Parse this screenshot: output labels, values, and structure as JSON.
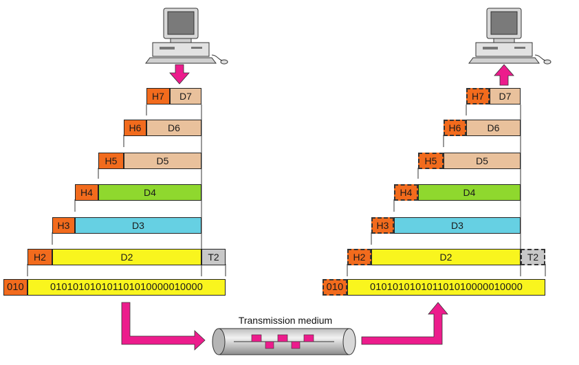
{
  "colors": {
    "header": "#f26b1d",
    "data_upper": "#e9c19c",
    "data_d4": "#8fd82e",
    "data_d3": "#66d0e3",
    "data_d2": "#f9f51e",
    "trailer": "#c8c8c8",
    "bits": "#f9f51e",
    "arrow": "#ec1c8c"
  },
  "icons": {
    "sender": "desktop-computer-icon",
    "receiver": "desktop-computer-icon",
    "medium": "cable-pipe-icon"
  },
  "sender": {
    "layers": [
      {
        "header": "H7",
        "data": "D7"
      },
      {
        "header": "H6",
        "data": "D6"
      },
      {
        "header": "H5",
        "data": "D5"
      },
      {
        "header": "H4",
        "data": "D4"
      },
      {
        "header": "H3",
        "data": "D3"
      },
      {
        "header": "H2",
        "data": "D2",
        "trailer": "T2"
      }
    ],
    "bits_prefix": "010",
    "bits": "010101010101101010000010000"
  },
  "receiver": {
    "layers": [
      {
        "header": "H7",
        "data": "D7"
      },
      {
        "header": "H6",
        "data": "D6"
      },
      {
        "header": "H5",
        "data": "D5"
      },
      {
        "header": "H4",
        "data": "D4"
      },
      {
        "header": "H3",
        "data": "D3"
      },
      {
        "header": "H2",
        "data": "D2",
        "trailer": "T2"
      }
    ],
    "bits_prefix": "010",
    "bits": "010101010101101010000010000"
  },
  "medium": {
    "label": "Transmission medium"
  }
}
